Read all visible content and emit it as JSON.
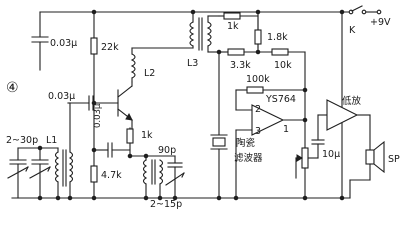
{
  "diagram": {
    "index_mark": "④",
    "labels": {
      "c_top": "0.03μ",
      "c_base": "0.03μ",
      "c_emit": "0.03μ",
      "c_10u": "10μ",
      "r_22k": "22k",
      "r_1k_top": "1k",
      "r_1k_emit": "1k",
      "r_1_8k": "1.8k",
      "r_3_3k": "3.3k",
      "r_10k": "10k",
      "r_100k": "100k",
      "r_4_7k": "4.7k",
      "l1": "L1",
      "l2": "L2",
      "l3": "L3",
      "c_2_30p": "2~30p",
      "c_2_15p": "2~15p",
      "c_90p": "90p",
      "switch": "K",
      "supply": "+9V",
      "opamp": "YS764",
      "pin2": "2",
      "pin3": "3",
      "pin1": "1",
      "amp": "低放",
      "filter_line1": "陶瓷",
      "filter_line2": "滤波器",
      "speaker": "SP"
    }
  }
}
